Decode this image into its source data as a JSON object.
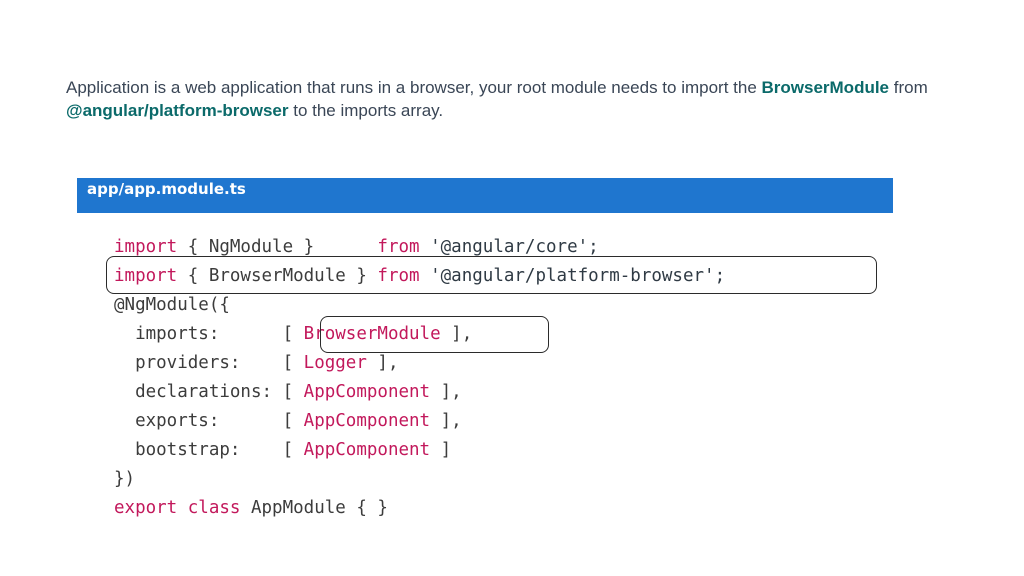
{
  "intro": {
    "t1": "Application is a web application that runs in a browser, your root module needs to import the ",
    "t2": "BrowserModule",
    "t3": " from ",
    "t4": "@angular/platform-browser",
    "t5": " to the imports array."
  },
  "code_header": "app/app.module.ts",
  "code": {
    "l1": {
      "kw": "import",
      "body": " { NgModule }      ",
      "from": "from",
      "str": " '@angular/core';"
    },
    "l2": {
      "kw": "import",
      "body": " { BrowserModule } ",
      "from": "from",
      "str": " '@angular/platform-browser';"
    },
    "l3": "@NgModule({",
    "l4": {
      "key": "  imports:      [ ",
      "val": "BrowserModule",
      "end": " ],"
    },
    "l5": {
      "key": "  providers:    [ ",
      "val": "Logger",
      "end": " ],"
    },
    "l6": {
      "key": "  declarations: [ ",
      "val": "AppComponent",
      "end": " ],"
    },
    "l7": {
      "key": "  exports:      [ ",
      "val": "AppComponent",
      "end": " ],"
    },
    "l8": {
      "key": "  bootstrap:    [ ",
      "val": "AppComponent",
      "end": " ]"
    },
    "l9": "})",
    "l10": {
      "kw": "export class",
      "body": " AppModule { }"
    }
  },
  "colors": {
    "header": "#1f76cf",
    "keyword": "#c2185b",
    "highlight": "#0b6a6a"
  }
}
